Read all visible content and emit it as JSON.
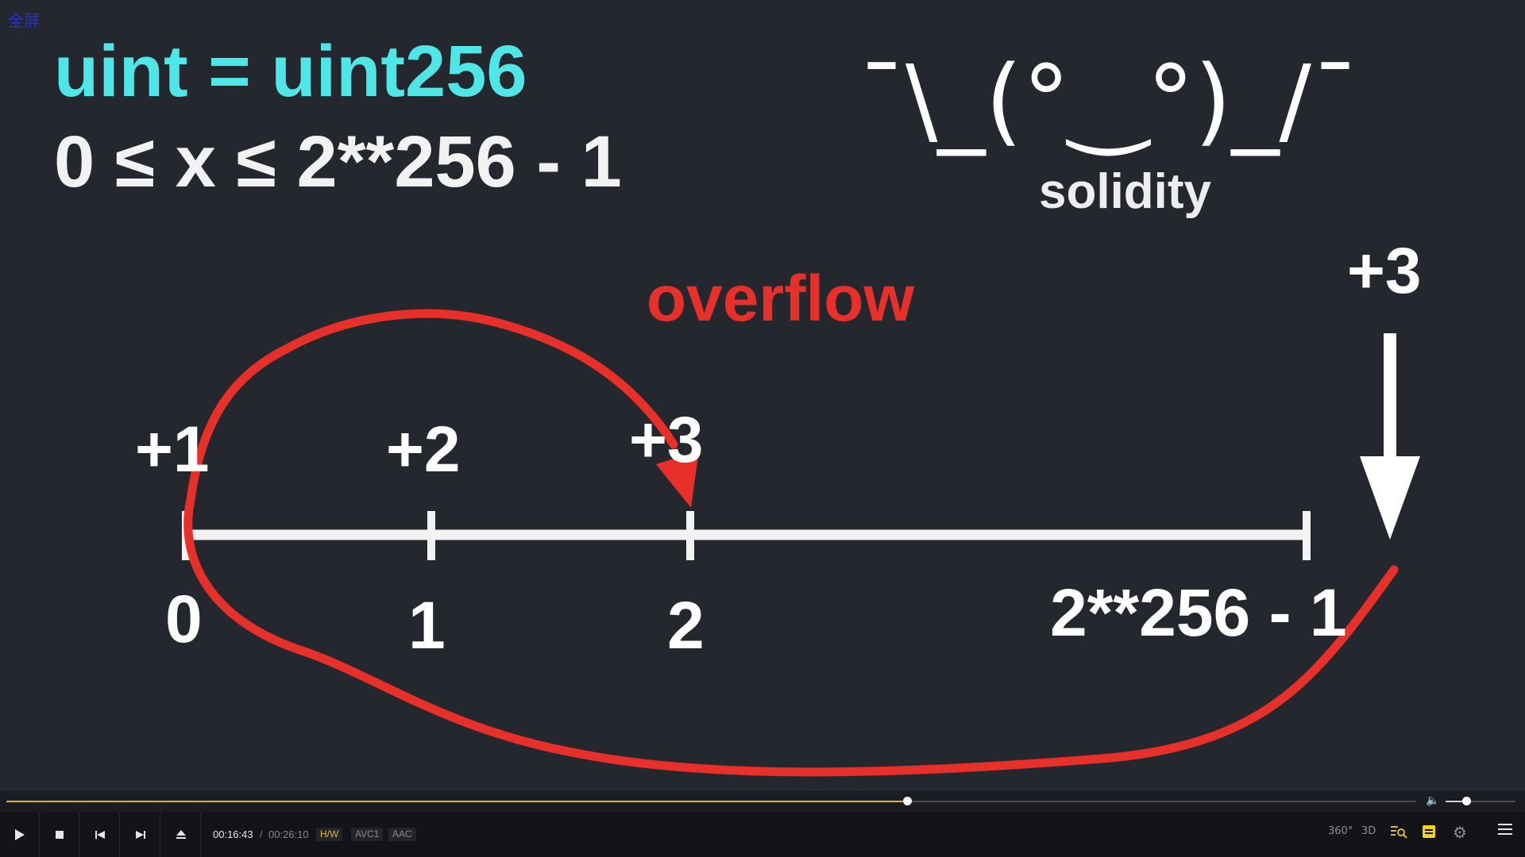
{
  "player": {
    "fullscreen_label": "全屏",
    "time_current": "00:16:43",
    "time_separator": "/",
    "time_total": "00:26:10",
    "badges": {
      "hw": "H/W",
      "video_codec": "AVC1",
      "audio_codec": "AAC"
    },
    "progress_fraction": 0.639,
    "volume_fraction": 0.3,
    "accent_color": "#d8b63a",
    "buttons": {
      "play": "play-icon",
      "stop": "stop-icon",
      "prev": "skip-back-icon",
      "next": "skip-forward-icon",
      "eject": "eject-icon"
    },
    "right_tools": {
      "vr_360": "360°",
      "stereo_3d": "3D",
      "playlist_search": "playlist-search-icon",
      "subtitle": "subtitle-icon",
      "settings": "gear-icon",
      "menu": "hamburger-menu-icon"
    }
  },
  "slide": {
    "title": "uint = uint256",
    "range": "0 ≤ x ≤ 2**256 - 1",
    "shrug": "¯\\_(°‿°)_/¯",
    "subtitle": "solidity",
    "overflow_label": "overflow",
    "steps": [
      "+1",
      "+2",
      "+3"
    ],
    "top_step": "+3",
    "ticks": [
      "0",
      "1",
      "2",
      "2**256 - 1"
    ],
    "colors": {
      "title": "#4ee6e6",
      "overflow": "#e8302a",
      "text": "#ffffff"
    }
  }
}
